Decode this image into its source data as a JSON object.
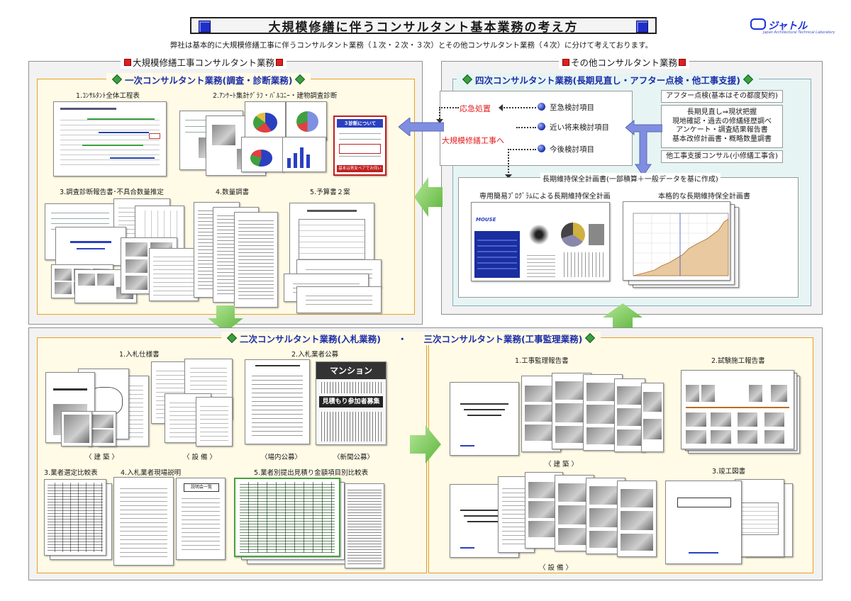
{
  "header": {
    "title": "大規模修繕に伴うコンサルタント基本業務の考え方",
    "logo_text": "ジャトル",
    "logo_sub": "Japan Architectural Technical Laboratory",
    "subtitle": "弊社は基本的に大規模修繕工事に伴うコンサルタント業務（１次・２次・３次）とその他コンサルタント業務（４次）に分けて考えております。"
  },
  "left_panel": {
    "heading": "大規模修繕工事コンサルタント業務",
    "first": {
      "heading": "一次コンサルタント業務(調査・診断業務)",
      "items": [
        "1.ｺﾝｻﾙﾀﾝﾄ全体工程表",
        "2.ｱﾝｹｰﾄ集計ｸﾞﾗﾌ・ﾊﾞﾙｺﾆｰ・建物調査診断",
        "3.調査診断報告書･不具合数量推定",
        "4.数量調書",
        "5.予算書２案"
      ],
      "notice_title": "３診断について",
      "notice_footer": "基本は男女ペアでお伺いします。"
    }
  },
  "right_panel": {
    "heading": "その他コンサルタント業務",
    "fourth": {
      "heading": "四次コンサルタント業務(長期見直し・アフター点検・他工事支援)",
      "emergency": "応急処置",
      "to_large": "大規模修繕工事へ",
      "check_items": [
        "至急検討項目",
        "近い将来検討項目",
        "今後検討項目"
      ],
      "after_check": "アフター点検(基本はその都度契約)",
      "review_lines": [
        "長期見直し⇒現状把握",
        "現地確認・過去の修繕経歴調べ",
        "アンケート・調査結果報告書",
        "基本改修計画書・概略数量調書"
      ],
      "other_support": "他工事支援コンサル(小修繕工事含)",
      "long_term_title": "長期維持保全計画書(一部積算＋一般データを基に作成)",
      "long_term_left": "専用簡易ﾌﾟﾛｸﾞﾗﾑによる長期維持保全計画",
      "long_term_right": "本格的な長期維持保全計画書",
      "program_name": "MOUSE"
    }
  },
  "bottom_panel": {
    "heading_a": "二次コンサルタント業務(入札業務)",
    "heading_sep": "・",
    "heading_b": "三次コンサルタント業務(工事監理業務)",
    "second_items": [
      "1.入札仕様書",
      "2.入札業者公募",
      "3.業者選定比較表",
      "4.入札業者現場説明",
      "5.業者別提出見積り金額項目別比較表"
    ],
    "second_parens": [
      "〈 建 築 〉",
      "〈 設 備 〉",
      "〈場内公募〉",
      "〈新聞公募〉"
    ],
    "newspaper_head": "マンション",
    "newspaper_headline": "見積もり参加者募集",
    "third_items": [
      "1.工事監理報告書",
      "2.試験施工報告書",
      "3.竣工図書"
    ],
    "third_parens": [
      "〈 建 築 〉",
      "〈 設 備 〉"
    ],
    "explain_title": "説明会一覧"
  },
  "colors": {
    "green_arrow": "#6cc24a",
    "blue_arrow": "#7f8ee0",
    "red_accent": "#e02020",
    "heading_blue": "#1c2ea8"
  }
}
